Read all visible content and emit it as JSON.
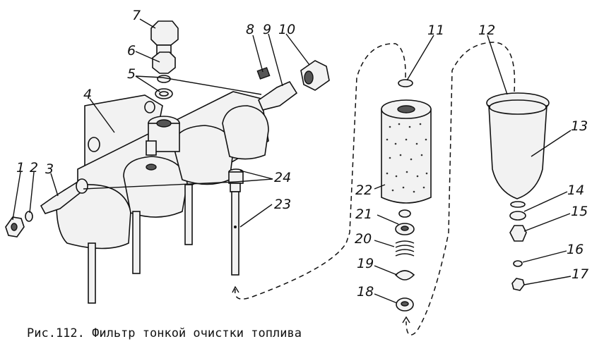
{
  "caption": "Рис.112. Фильтр тонкой очистки топлива",
  "labels": [
    "1",
    "2",
    "3",
    "4",
    "5",
    "6",
    "7",
    "8",
    "9",
    "10",
    "11",
    "12",
    "13",
    "14",
    "15",
    "16",
    "17",
    "18",
    "20",
    "19",
    "21",
    "22",
    "23",
    "24"
  ]
}
